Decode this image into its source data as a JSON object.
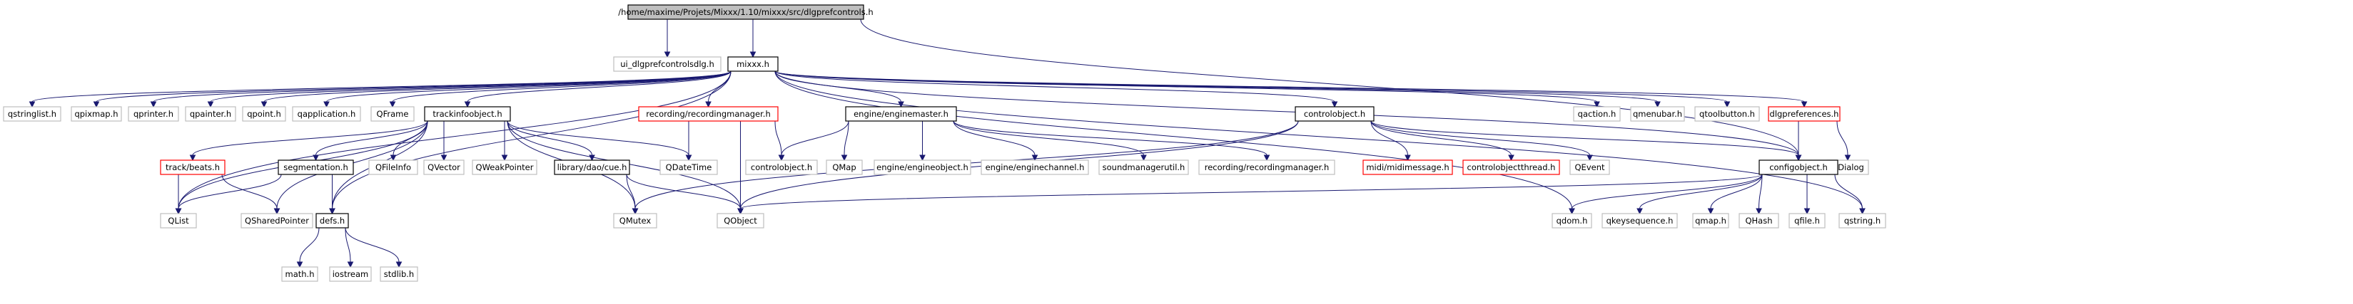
{
  "diagram": {
    "type": "include-dependency-graph",
    "colors": {
      "edge": "#191970",
      "root_fill": "#bfbfbf",
      "documented_border": "#000000",
      "external_border": "#bfbfbf",
      "truncated_border": "#ff0000"
    },
    "nodes": [
      {
        "id": "root",
        "label": "/home/maxime/Projets/Mixxx/1.10/mixxx/src/dlgprefcontrols.h",
        "style": "root"
      },
      {
        "id": "ui_dlg",
        "label": "ui_dlgprefcontrolsdlg.h",
        "style": "external"
      },
      {
        "id": "mixxx",
        "label": "mixxx.h",
        "style": "documented"
      },
      {
        "id": "qstringlist",
        "label": "qstringlist.h",
        "style": "external"
      },
      {
        "id": "qpixmap",
        "label": "qpixmap.h",
        "style": "external"
      },
      {
        "id": "qprinter",
        "label": "qprinter.h",
        "style": "external"
      },
      {
        "id": "qpainter",
        "label": "qpainter.h",
        "style": "external"
      },
      {
        "id": "qpoint",
        "label": "qpoint.h",
        "style": "external"
      },
      {
        "id": "qapplication",
        "label": "qapplication.h",
        "style": "external"
      },
      {
        "id": "qframe",
        "label": "QFrame",
        "style": "external"
      },
      {
        "id": "trackinfo",
        "label": "trackinfoobject.h",
        "style": "documented"
      },
      {
        "id": "recmgr",
        "label": "recording/recordingmanager.h",
        "style": "truncated"
      },
      {
        "id": "engmaster",
        "label": "engine/enginemaster.h",
        "style": "documented"
      },
      {
        "id": "controlobj",
        "label": "controlobject.h",
        "style": "documented"
      },
      {
        "id": "qaction",
        "label": "qaction.h",
        "style": "external"
      },
      {
        "id": "qmenubar",
        "label": "qmenubar.h",
        "style": "external"
      },
      {
        "id": "qtoolbutton",
        "label": "qtoolbutton.h",
        "style": "external"
      },
      {
        "id": "dlgpref",
        "label": "dlgpreferences.h",
        "style": "truncated"
      },
      {
        "id": "trackbeats",
        "label": "track/beats.h",
        "style": "truncated"
      },
      {
        "id": "segmentation",
        "label": "segmentation.h",
        "style": "documented"
      },
      {
        "id": "qfileinfo",
        "label": "QFileInfo",
        "style": "external"
      },
      {
        "id": "qvector",
        "label": "QVector",
        "style": "external"
      },
      {
        "id": "qweakpointer",
        "label": "QWeakPointer",
        "style": "external"
      },
      {
        "id": "libdaocue",
        "label": "library/dao/cue.h",
        "style": "documented"
      },
      {
        "id": "qdatetime",
        "label": "QDateTime",
        "style": "external"
      },
      {
        "id": "controlobj_ext",
        "label": "controlobject.h",
        "style": "external"
      },
      {
        "id": "qmap",
        "label": "QMap",
        "style": "external"
      },
      {
        "id": "engobj",
        "label": "engine/engineobject.h",
        "style": "external"
      },
      {
        "id": "engchan",
        "label": "engine/enginechannel.h",
        "style": "external"
      },
      {
        "id": "soundmgr",
        "label": "soundmanagerutil.h",
        "style": "external"
      },
      {
        "id": "recmgr_ext",
        "label": "recording/recordingmanager.h",
        "style": "external"
      },
      {
        "id": "midimsg",
        "label": "midi/midimessage.h",
        "style": "truncated"
      },
      {
        "id": "cothread",
        "label": "controlobjectthread.h",
        "style": "truncated"
      },
      {
        "id": "qevent",
        "label": "QEvent",
        "style": "external"
      },
      {
        "id": "qdialog",
        "label": "QDialog",
        "style": "external"
      },
      {
        "id": "configobj",
        "label": "configobject.h",
        "style": "documented"
      },
      {
        "id": "qlist",
        "label": "QList",
        "style": "external"
      },
      {
        "id": "qsharedptr",
        "label": "QSharedPointer",
        "style": "external"
      },
      {
        "id": "defs",
        "label": "defs.h",
        "style": "documented"
      },
      {
        "id": "qmutex",
        "label": "QMutex",
        "style": "external"
      },
      {
        "id": "qobject",
        "label": "QObject",
        "style": "external"
      },
      {
        "id": "qdom",
        "label": "qdom.h",
        "style": "external"
      },
      {
        "id": "qkeyseq",
        "label": "qkeysequence.h",
        "style": "external"
      },
      {
        "id": "qmaph",
        "label": "qmap.h",
        "style": "external"
      },
      {
        "id": "qhash",
        "label": "QHash",
        "style": "external"
      },
      {
        "id": "qfile",
        "label": "qfile.h",
        "style": "external"
      },
      {
        "id": "qstring",
        "label": "qstring.h",
        "style": "external"
      },
      {
        "id": "mathh",
        "label": "math.h",
        "style": "external"
      },
      {
        "id": "iostream",
        "label": "iostream",
        "style": "external"
      },
      {
        "id": "stdlib",
        "label": "stdlib.h",
        "style": "external"
      }
    ],
    "edges": [
      [
        "root",
        "ui_dlg"
      ],
      [
        "root",
        "mixxx"
      ],
      [
        "root",
        "configobj"
      ],
      [
        "mixxx",
        "qstringlist"
      ],
      [
        "mixxx",
        "qpixmap"
      ],
      [
        "mixxx",
        "qprinter"
      ],
      [
        "mixxx",
        "qpainter"
      ],
      [
        "mixxx",
        "qpoint"
      ],
      [
        "mixxx",
        "qapplication"
      ],
      [
        "mixxx",
        "qframe"
      ],
      [
        "mixxx",
        "trackinfo"
      ],
      [
        "mixxx",
        "recmgr"
      ],
      [
        "mixxx",
        "engmaster"
      ],
      [
        "mixxx",
        "controlobj"
      ],
      [
        "mixxx",
        "qaction"
      ],
      [
        "mixxx",
        "qmenubar"
      ],
      [
        "mixxx",
        "qtoolbutton"
      ],
      [
        "mixxx",
        "dlgpref"
      ],
      [
        "mixxx",
        "qstring"
      ],
      [
        "mixxx",
        "qlist"
      ],
      [
        "mixxx",
        "defs"
      ],
      [
        "mixxx",
        "configobj"
      ],
      [
        "mixxx",
        "qdom"
      ],
      [
        "trackinfo",
        "trackbeats"
      ],
      [
        "trackinfo",
        "segmentation"
      ],
      [
        "trackinfo",
        "qfileinfo"
      ],
      [
        "trackinfo",
        "qvector"
      ],
      [
        "trackinfo",
        "qweakpointer"
      ],
      [
        "trackinfo",
        "libdaocue"
      ],
      [
        "trackinfo",
        "qdatetime"
      ],
      [
        "trackinfo",
        "qlist"
      ],
      [
        "trackinfo",
        "qsharedptr"
      ],
      [
        "trackinfo",
        "defs"
      ],
      [
        "trackinfo",
        "qmutex"
      ],
      [
        "trackinfo",
        "qobject"
      ],
      [
        "trackbeats",
        "qlist"
      ],
      [
        "trackbeats",
        "qsharedptr"
      ],
      [
        "segmentation",
        "qlist"
      ],
      [
        "segmentation",
        "defs"
      ],
      [
        "libdaocue",
        "qmutex"
      ],
      [
        "libdaocue",
        "qobject"
      ],
      [
        "defs",
        "mathh"
      ],
      [
        "defs",
        "iostream"
      ],
      [
        "defs",
        "stdlib"
      ],
      [
        "recmgr",
        "qdatetime"
      ],
      [
        "recmgr",
        "controlobj_ext"
      ],
      [
        "recmgr",
        "qobject"
      ],
      [
        "engmaster",
        "controlobj_ext"
      ],
      [
        "engmaster",
        "qmap"
      ],
      [
        "engmaster",
        "engobj"
      ],
      [
        "engmaster",
        "engchan"
      ],
      [
        "engmaster",
        "soundmgr"
      ],
      [
        "engmaster",
        "recmgr_ext"
      ],
      [
        "controlobj",
        "midimsg"
      ],
      [
        "controlobj",
        "cothread"
      ],
      [
        "controlobj",
        "qevent"
      ],
      [
        "controlobj",
        "configobj"
      ],
      [
        "controlobj",
        "qmutex"
      ],
      [
        "controlobj",
        "qobject"
      ],
      [
        "dlgpref",
        "qdialog"
      ],
      [
        "dlgpref",
        "configobj"
      ],
      [
        "configobj",
        "qdom"
      ],
      [
        "configobj",
        "qkeyseq"
      ],
      [
        "configobj",
        "qmaph"
      ],
      [
        "configobj",
        "qhash"
      ],
      [
        "configobj",
        "qfile"
      ],
      [
        "configobj",
        "qstring"
      ],
      [
        "configobj",
        "qobject"
      ]
    ]
  }
}
